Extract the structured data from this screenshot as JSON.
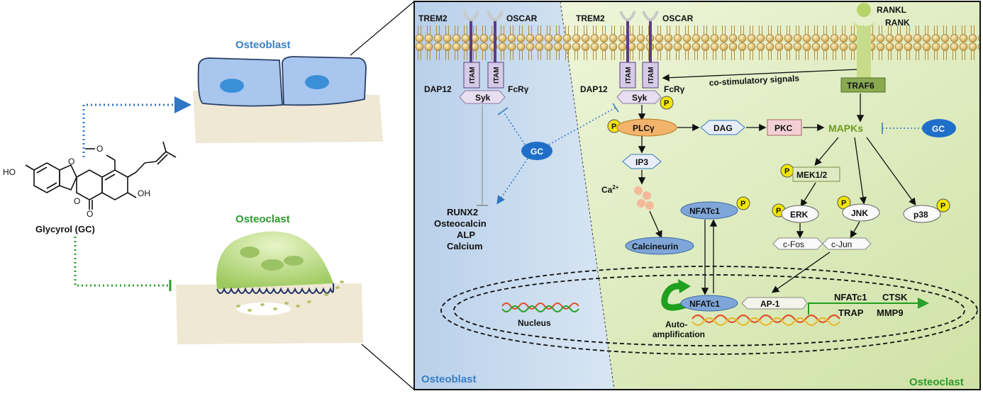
{
  "compound": {
    "name": "Glycyrol (GC)",
    "oh_left": "HO",
    "oh_right": "OH",
    "methoxy": "O",
    "carbonyl_o": "O",
    "ring_o1": "O",
    "ring_o2": "O"
  },
  "left_panels": {
    "osteoblast_title": "Osteoblast",
    "osteoclast_title": "Osteoclast"
  },
  "membrane_labels": {
    "trem2_left": "TREM2",
    "oscar_left": "OSCAR",
    "trem2_right": "TREM2",
    "oscar_right": "OSCAR",
    "rankl": "RANKL",
    "rank": "RANK"
  },
  "adapters": {
    "itam": "ITAM",
    "dap12_left": "DAP12",
    "fcry_left": "FcRγ",
    "syk_left": "Syk",
    "dap12_right": "DAP12",
    "fcry_right": "FcRγ",
    "syk_right": "Syk"
  },
  "signals": {
    "costim": "co-stimulatory signals",
    "traf6": "TRAF6",
    "plcy": "PLCγ",
    "dag": "DAG",
    "pkc": "PKC",
    "mapks": "MAPKs",
    "gc_right": "GC",
    "gc_mid": "GC",
    "ip3": "IP3",
    "ca": "Ca",
    "ca_sup": "2+",
    "calcineurin": "Calcineurin",
    "nfatc1_top": "NFATc1",
    "mek": "MEK1/2",
    "erk": "ERK",
    "jnk": "JNK",
    "p38": "p38",
    "cfos": "c-Fos",
    "cjun": "c-Jun",
    "p": "P"
  },
  "osteoblast_targets": [
    "RUNX2",
    "Osteocalcin",
    "ALP",
    "Calcium"
  ],
  "nucleus": {
    "label": "Nucleus",
    "nfatc1": "NFATc1",
    "ap1": "AP-1",
    "auto_line1": "Auto-",
    "auto_line2": "amplification",
    "genes_row1": [
      "NFATc1",
      "CTSK"
    ],
    "genes_row2": [
      "TRAP",
      "MMP9"
    ]
  },
  "region_labels": {
    "osteoblast": "Osteoblast",
    "osteoclast": "Osteoclast"
  },
  "colors": {
    "osteoblast_blue": "#3a7fc4",
    "osteoclast_green": "#2e9a2e",
    "gc_blue": "#1f6fc9",
    "phospho_yellow": "#f2e600",
    "mapk_green": "#6f9a1f"
  }
}
